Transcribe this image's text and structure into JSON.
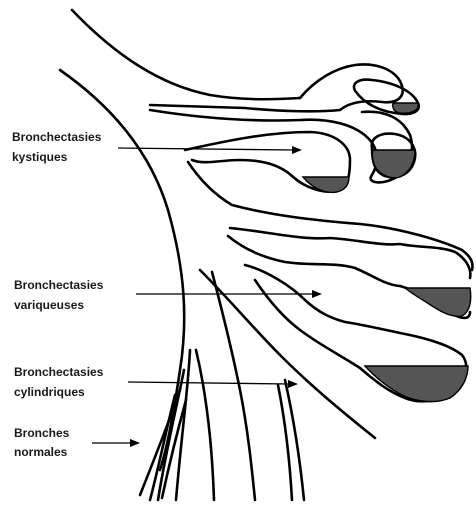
{
  "labels": {
    "kystiques": [
      "Bronchectasies",
      "kystiques"
    ],
    "variqueuses": [
      "Bronchectasies",
      "variqueuses"
    ],
    "cylindriques": [
      "Bronchectasies",
      "cylindriques"
    ],
    "normales": [
      "Bronches",
      "normales"
    ]
  }
}
